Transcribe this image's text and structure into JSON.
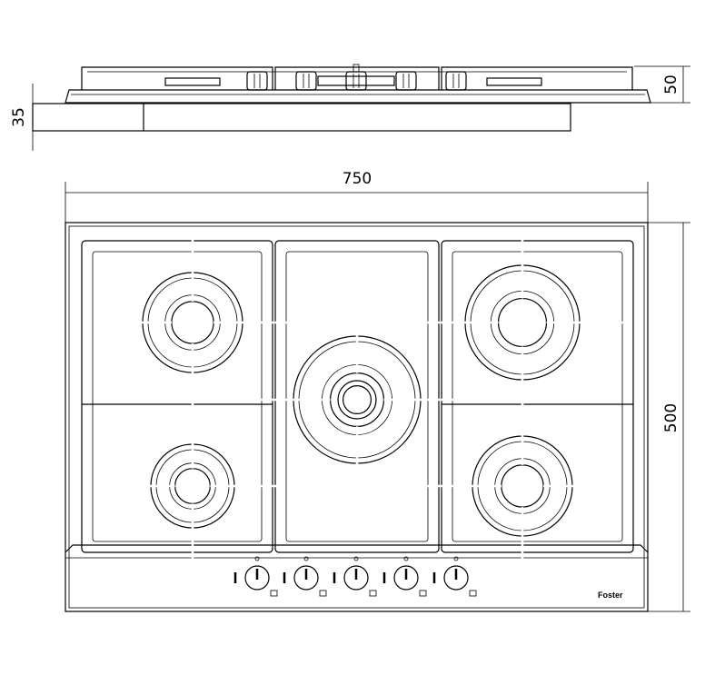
{
  "dimensions": {
    "width": "750",
    "depth": "500",
    "height_above": "50",
    "height_below": "35"
  },
  "brand": {
    "logo_text": "Foster"
  },
  "knob_count": 5,
  "colors": {
    "line": "#000000",
    "background": "#ffffff"
  }
}
